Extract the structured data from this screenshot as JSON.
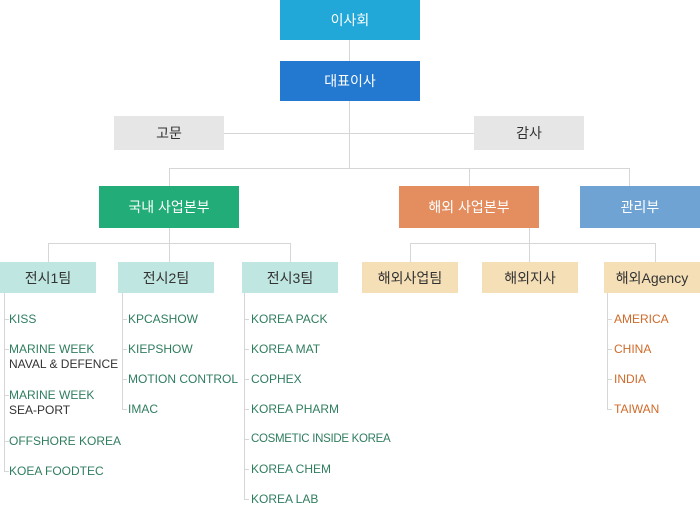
{
  "colors": {
    "board": "#21a8d8",
    "ceo": "#2378d0",
    "advisor": "#e6e6e6",
    "domestic": "#22ad78",
    "overseas": "#e48d5e",
    "management": "#6fa3d3",
    "team_domestic": "#bfe6e1",
    "team_overseas": "#f4dfb6",
    "connector": "#d6d6d6"
  },
  "org": {
    "board": "이사회",
    "ceo": "대표이사",
    "advisor": "고문",
    "auditor": "감사",
    "domestic_division": "국내 사업본부",
    "overseas_division": "해외 사업본부",
    "management_division": "관리부",
    "teams": {
      "exhibit1": "전시1팀",
      "exhibit2": "전시2팀",
      "exhibit3": "전시3팀",
      "overseas_biz": "해외사업팀",
      "overseas_branch": "해외지사",
      "overseas_agency": "해외Agency"
    }
  },
  "lists": {
    "exhibit1": [
      {
        "line1": "KISS"
      },
      {
        "line1": "MARINE WEEK",
        "line2": "NAVAL & DEFENCE"
      },
      {
        "line1": "MARINE WEEK",
        "line2": "SEA-PORT"
      },
      {
        "line1": "OFFSHORE KOREA"
      },
      {
        "line1": "KOEA FOODTEC"
      }
    ],
    "exhibit2": [
      "KPCASHOW",
      "KIEPSHOW",
      "MOTION CONTROL",
      "IMAC"
    ],
    "exhibit3": [
      "KOREA PACK",
      "KOREA MAT",
      "COPHEX",
      "KOREA PHARM",
      "COSMETIC INSIDE KOREA",
      "KOREA CHEM",
      "KOREA LAB"
    ],
    "agency": [
      "AMERICA",
      "CHINA",
      "INDIA",
      "TAIWAN"
    ]
  }
}
